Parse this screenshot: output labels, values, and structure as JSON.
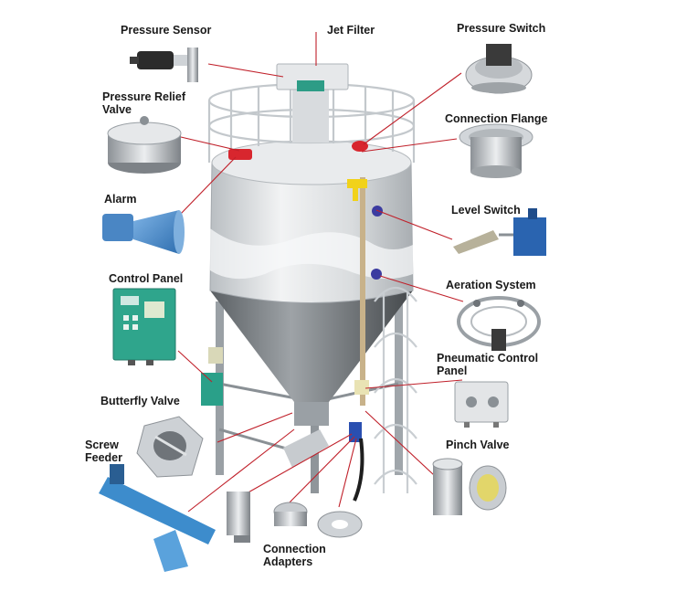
{
  "labels": {
    "pressure_sensor": "Pressure Sensor",
    "jet_filter": "Jet Filter",
    "pressure_switch": "Pressure Switch",
    "pressure_relief_valve": "Pressure Relief\nValve",
    "connection_flange": "Connection Flange",
    "alarm": "Alarm",
    "level_switch": "Level Switch",
    "control_panel": "Control Panel",
    "aeration_system": "Aeration System",
    "pneumatic_control_panel": "Pneumatic Control\nPanel",
    "butterfly_valve": "Butterfly Valve",
    "screw_feeder": "Screw\nFeeder",
    "pinch_valve": "Pinch Valve",
    "connection_adapters": "Connection\nAdapters"
  },
  "colors": {
    "leader_line": "#c0202a",
    "silo_body": "#dfe2e4",
    "railing": "#c8ccd0",
    "alarm_horn": "#4a86c4",
    "control_panel": "#2fa58c",
    "level_switch_box": "#2a64b0",
    "screw_feeder": "#3d8ccc"
  }
}
